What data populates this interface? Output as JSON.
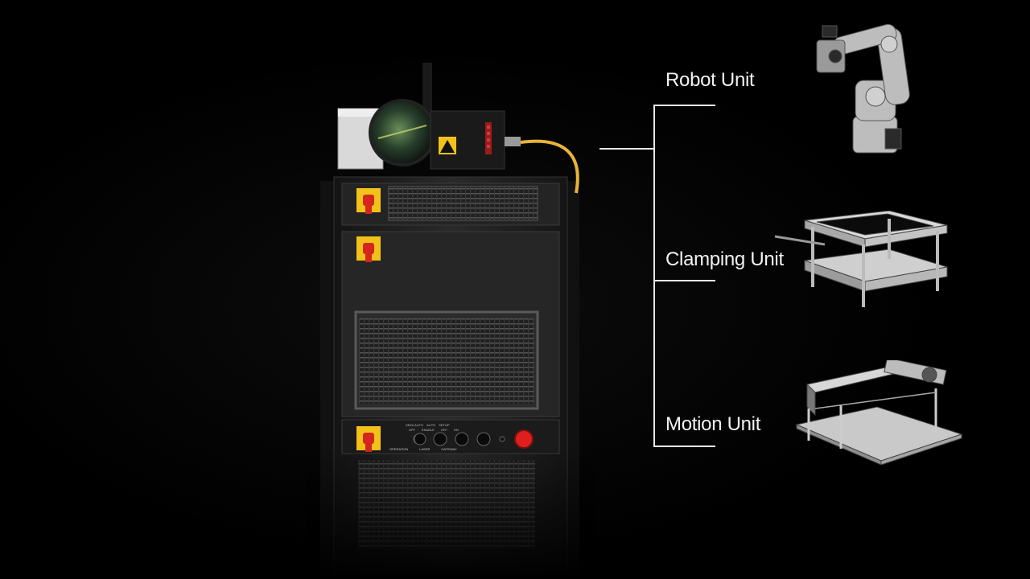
{
  "callouts": {
    "robot": {
      "label": "Robot Unit",
      "icon": "robot-arm-illustration"
    },
    "clamping": {
      "label": "Clamping Unit",
      "icon": "clamping-frame-illustration"
    },
    "motion": {
      "label": "Motion Unit",
      "icon": "motion-table-illustration"
    }
  },
  "control_panel": {
    "switch_labels": [
      "SEMI-AUTO",
      "AUTO",
      "SETUP",
      "OFF",
      "ENABLE",
      "OFF",
      "ON"
    ],
    "group_labels": [
      "OPERATION",
      "LASER",
      "GATEWAY"
    ]
  },
  "colors": {
    "background": "#000000",
    "cabinet": "#1f1f1f",
    "switch_yellow": "#f2c21b",
    "switch_red": "#d4261c",
    "emergency_red": "#e01e1e",
    "fiber_cable": "#e7b43a",
    "line": "#e6e6e6"
  }
}
